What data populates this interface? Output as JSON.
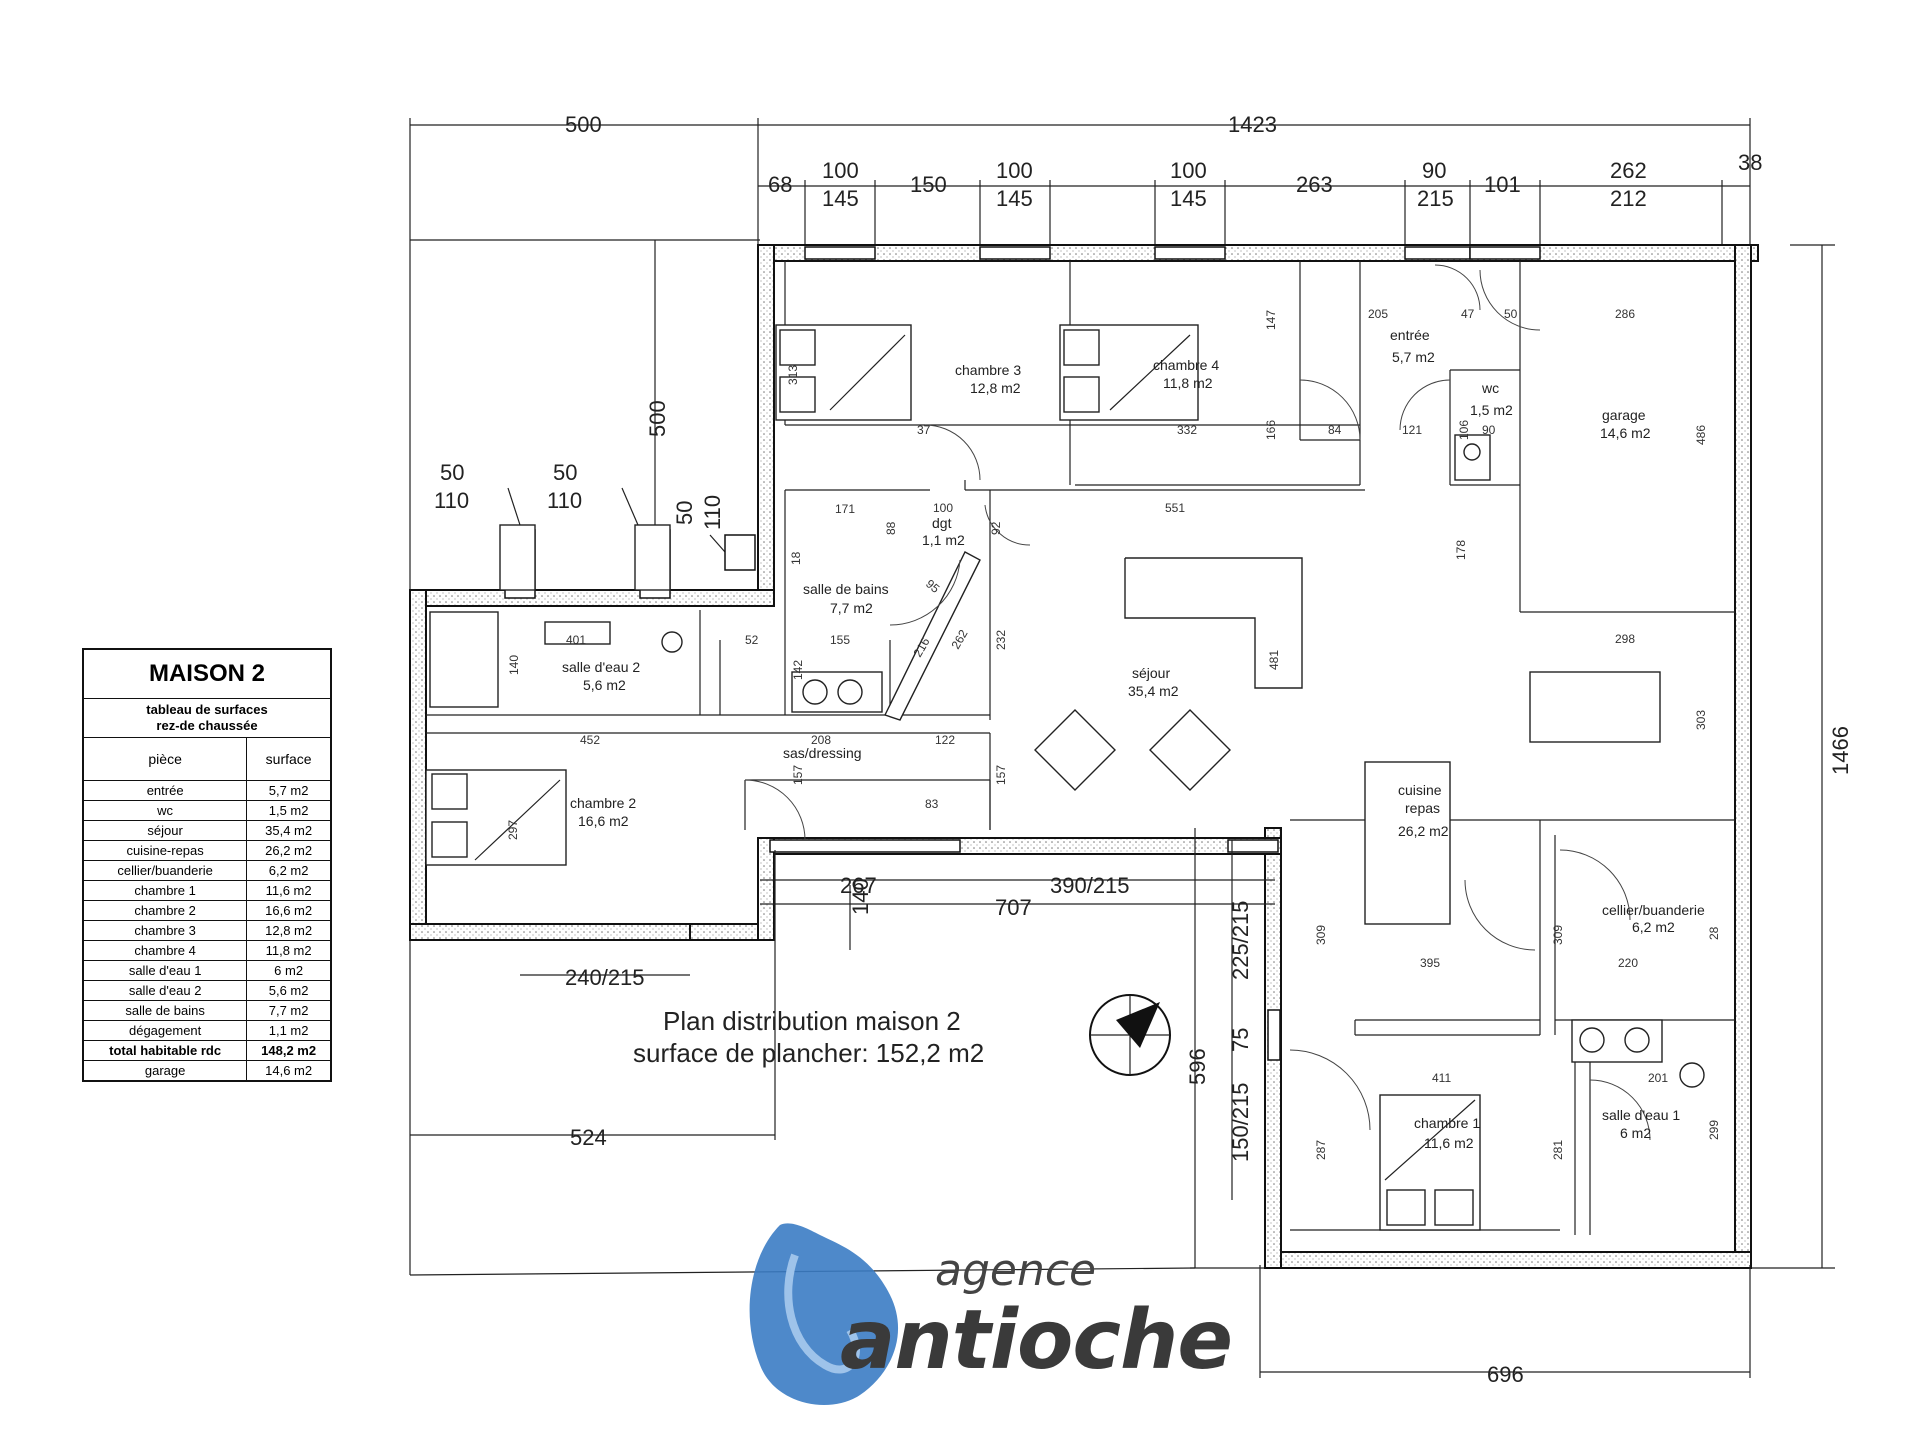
{
  "table": {
    "title": "MAISON 2",
    "subtitle_line1": "tableau de surfaces",
    "subtitle_line2": "rez-de chaussée",
    "col_room": "pièce",
    "col_surface": "surface",
    "rows": [
      {
        "room": "entrée",
        "surface": "5,7 m2"
      },
      {
        "room": "wc",
        "surface": "1,5 m2"
      },
      {
        "room": "séjour",
        "surface": "35,4 m2"
      },
      {
        "room": "cuisine-repas",
        "surface": "26,2 m2"
      },
      {
        "room": "cellier/buanderie",
        "surface": "6,2 m2"
      },
      {
        "room": "chambre 1",
        "surface": "11,6 m2"
      },
      {
        "room": "chambre 2",
        "surface": "16,6 m2"
      },
      {
        "room": "chambre 3",
        "surface": "12,8 m2"
      },
      {
        "room": "chambre 4",
        "surface": "11,8 m2"
      },
      {
        "room": "salle d'eau 1",
        "surface": "6 m2"
      },
      {
        "room": "salle d'eau 2",
        "surface": "5,6 m2"
      },
      {
        "room": "salle de bains",
        "surface": "7,7 m2"
      },
      {
        "room": "dégagement",
        "surface": "1,1 m2"
      },
      {
        "room": "total habitable rdc",
        "surface": "148,2 m2",
        "bold": true
      },
      {
        "room": "garage",
        "surface": "14,6 m2"
      }
    ]
  },
  "plan": {
    "title_line1": "Plan distribution maison 2",
    "title_line2": "surface de plancher: 152,2 m2",
    "rooms": {
      "chambre3_name": "chambre 3",
      "chambre3_area": "12,8 m2",
      "chambre4_name": "chambre 4",
      "chambre4_area": "11,8 m2",
      "entree_name": "entrée",
      "entree_area": "5,7 m2",
      "wc_name": "wc",
      "wc_area": "1,5 m2",
      "garage_name": "garage",
      "garage_area": "14,6 m2",
      "dgt_name": "dgt",
      "dgt_area": "1,1 m2",
      "sdb_name": "salle de bains",
      "sdb_area": "7,7 m2",
      "sde2_name": "salle d'eau 2",
      "sde2_area": "5,6 m2",
      "sejour_name": "séjour",
      "sejour_area": "35,4 m2",
      "sas_name": "sas/dressing",
      "chambre2_name": "chambre 2",
      "chambre2_area": "16,6 m2",
      "cuisine_name": "cuisine",
      "cuisine_name2": "repas",
      "cuisine_area": "26,2 m2",
      "cellier_name": "cellier/buanderie",
      "cellier_area": "6,2 m2",
      "chambre1_name": "chambre 1",
      "chambre1_area": "11,6 m2",
      "sde1_name": "salle d'eau 1",
      "sde1_area": "6 m2"
    },
    "dims_top": {
      "d500": "500",
      "d1423": "1423",
      "d68": "68",
      "d100a": "100",
      "d145a": "145",
      "d150": "150",
      "d100b": "100",
      "d145b": "145",
      "d100c": "100",
      "d145c": "145",
      "d263": "263",
      "d90": "90",
      "d215": "215",
      "d101": "101",
      "d262": "262",
      "d212": "212",
      "d38": "38"
    },
    "dims_left": {
      "d500v": "500",
      "d50a": "50",
      "d110a": "110",
      "d50b": "50",
      "d110b": "110",
      "d50c": "50",
      "d110c": "110"
    },
    "dims_right": {
      "d1466": "1466"
    },
    "dims_bottom": {
      "d267": "267",
      "d390_215": "390/215",
      "d707": "707",
      "d140": "140",
      "d240_215": "240/215",
      "d524": "524",
      "d696": "696",
      "d596": "596",
      "d225_215": "225/215",
      "d75": "75",
      "d150_215": "150/215"
    },
    "interior_dims": {
      "i205": "205",
      "i47": "47",
      "i50": "50",
      "i286": "286",
      "i147": "147",
      "i166": "166",
      "i84": "84",
      "i121": "121",
      "i90": "90",
      "i106": "106",
      "i486": "486",
      "i332": "332",
      "i37": "37",
      "i313": "313",
      "i171": "171",
      "i88": "88",
      "i100": "100",
      "i92": "92",
      "i551": "551",
      "i18": "18",
      "i178": "178",
      "i401": "401",
      "i52": "52",
      "i155": "155",
      "i95": "95",
      "i216": "216",
      "i262": "262",
      "i232": "232",
      "i481": "481",
      "i298": "298",
      "i140": "140",
      "i142": "142",
      "i452": "452",
      "i208": "208",
      "i122": "122",
      "i157a": "157",
      "i157b": "157",
      "i297": "297",
      "i83": "83",
      "i303": "303",
      "i309a": "309",
      "i309b": "309",
      "i395": "395",
      "i220": "220",
      "i28": "28",
      "i411": "411",
      "i201": "201",
      "i287": "287",
      "i281": "281",
      "i299": "299"
    }
  },
  "logo": {
    "line1": "agence",
    "line2": "antioche",
    "color": "#3b7cc4"
  }
}
